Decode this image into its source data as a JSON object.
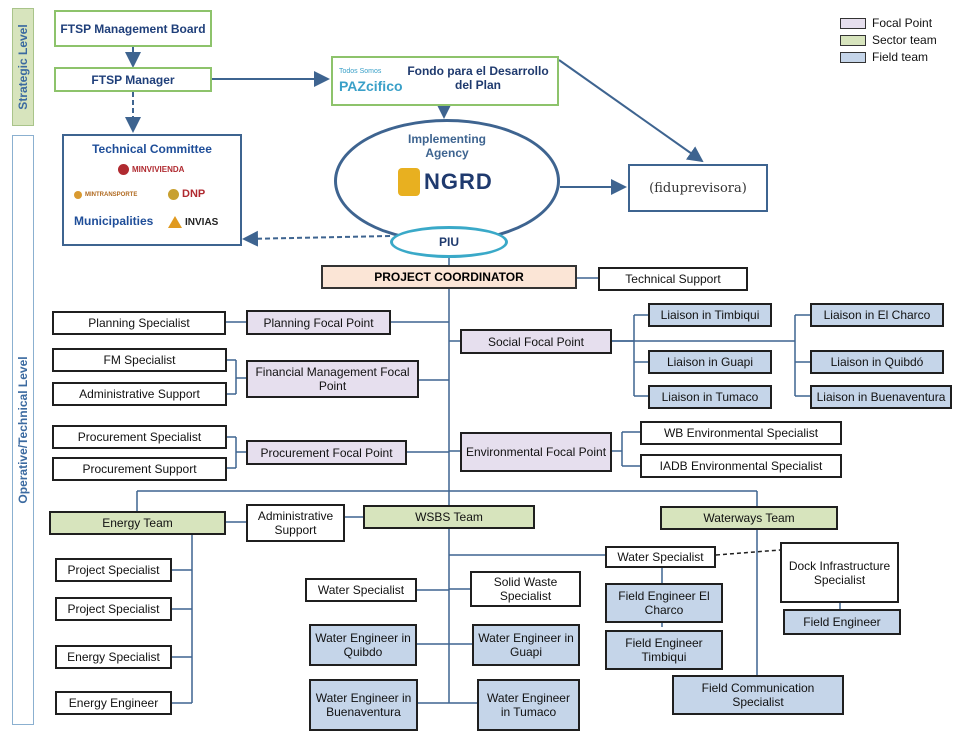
{
  "side_labels": {
    "strategic": "Strategic Level",
    "operative": "Operative/Technical Level"
  },
  "legend": [
    {
      "label": "Focal Point",
      "color": "#e6dfee"
    },
    {
      "label": "Sector team",
      "color": "#d7e4bd"
    },
    {
      "label": "Field team",
      "color": "#c5d5e9"
    }
  ],
  "strategic": {
    "board": "FTSP Management Board",
    "manager": "FTSP Manager",
    "fondo": "Fondo para el Desarrollo del Plan",
    "fondo_logo": "PAZcifico",
    "fondo_logo_small": "Todos Somos"
  },
  "technical_committee": {
    "title": "Technical Committee",
    "logos": [
      "MINVIVIENDA",
      "MINTRANSPORTE",
      "DNP",
      "INVIAS"
    ],
    "municipalities": "Municipalities"
  },
  "implementing": {
    "label": "Implementing Agency",
    "logo": "NGRD",
    "piu": "PIU"
  },
  "fiduprevisora": "(fiduprevisora)",
  "coordinator": "PROJECT COORDINATOR",
  "technical_support": "Technical Support",
  "left_specialists": {
    "planning": "Planning Specialist",
    "fm": "FM Specialist",
    "admin": "Administrative Support",
    "proc_spec": "Procurement Specialist",
    "proc_support": "Procurement Support"
  },
  "focal_points": {
    "planning": "Planning Focal Point",
    "financial": "Financial Management Focal Point",
    "procurement": "Procurement Focal Point",
    "social": "Social Focal Point",
    "environmental": "Environmental Focal Point"
  },
  "liaisons": {
    "timbiqui": "Liaison in Timbiqui",
    "guapi": "Liaison in Guapi",
    "tumaco": "Liaison in Tumaco",
    "charco": "Liaison in El Charco",
    "quibdo": "Liaison in Quibdó",
    "buenaventura": "Liaison in Buenaventura"
  },
  "env_specialists": {
    "wb": "WB Environmental Specialist",
    "iadb": "IADB Environmental Specialist"
  },
  "sector_teams": {
    "energy": "Energy Team",
    "wsbs": "WSBS Team",
    "waterways": "Waterways Team"
  },
  "admin_support_mid": "Administrative Support",
  "energy_members": [
    "Project Specialist",
    "Project Specialist",
    "Energy Specialist",
    "Energy Engineer"
  ],
  "wsbs_members": {
    "water_spec": "Water Specialist",
    "solid_waste": "Solid Waste Specialist",
    "we_quibdo": "Water Engineer in Quibdo",
    "we_guapi": "Water Engineer in Guapi",
    "we_buenaventura": "Water Engineer in Buenaventura",
    "we_tumaco": "Water Engineer in Tumaco"
  },
  "waterways_members": {
    "water_spec": "Water Specialist",
    "dock": "Dock Infrastructure Specialist",
    "fe_charco": "Field Engineer El Charco",
    "fe_timbiqui": "Field Engineer Timbiqui",
    "field_engineer": "Field Engineer",
    "field_comm": "Field Communication Specialist"
  }
}
